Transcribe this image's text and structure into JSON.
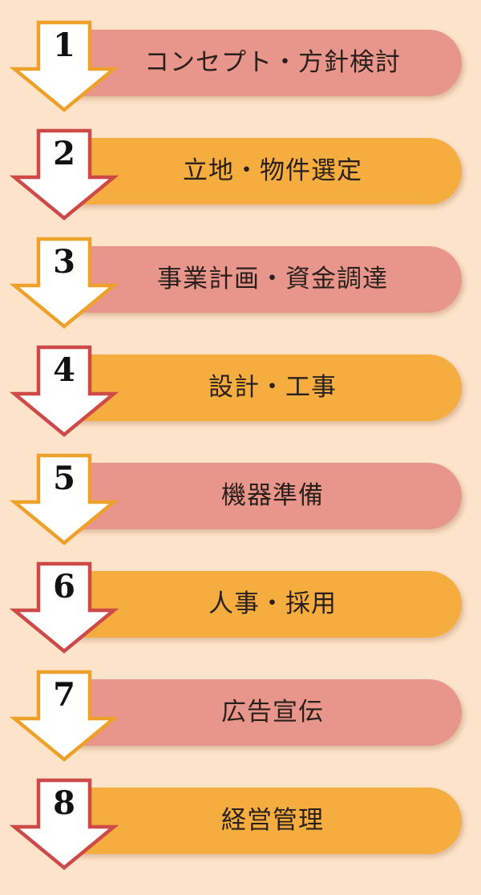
{
  "colors": {
    "background": "#fce3ca",
    "pink_bar": "#e8968b",
    "orange_bar": "#f4ad3e",
    "orange_arrow_outline": "#eea12a",
    "red_arrow_outline": "#cd4a48",
    "arrow_fill": "#ffffff"
  },
  "steps": [
    {
      "number": "1",
      "label": "コンセプト・方針検討",
      "bar_color": "pink",
      "arrow_outline": "orange"
    },
    {
      "number": "2",
      "label": "立地・物件選定",
      "bar_color": "orange",
      "arrow_outline": "red"
    },
    {
      "number": "3",
      "label": "事業計画・資金調達",
      "bar_color": "pink",
      "arrow_outline": "orange"
    },
    {
      "number": "4",
      "label": "設計・工事",
      "bar_color": "orange",
      "arrow_outline": "red"
    },
    {
      "number": "5",
      "label": "機器準備",
      "bar_color": "pink",
      "arrow_outline": "orange"
    },
    {
      "number": "6",
      "label": "人事・採用",
      "bar_color": "orange",
      "arrow_outline": "red"
    },
    {
      "number": "7",
      "label": "広告宣伝",
      "bar_color": "pink",
      "arrow_outline": "orange"
    },
    {
      "number": "8",
      "label": "経営管理",
      "bar_color": "orange",
      "arrow_outline": "red"
    }
  ]
}
